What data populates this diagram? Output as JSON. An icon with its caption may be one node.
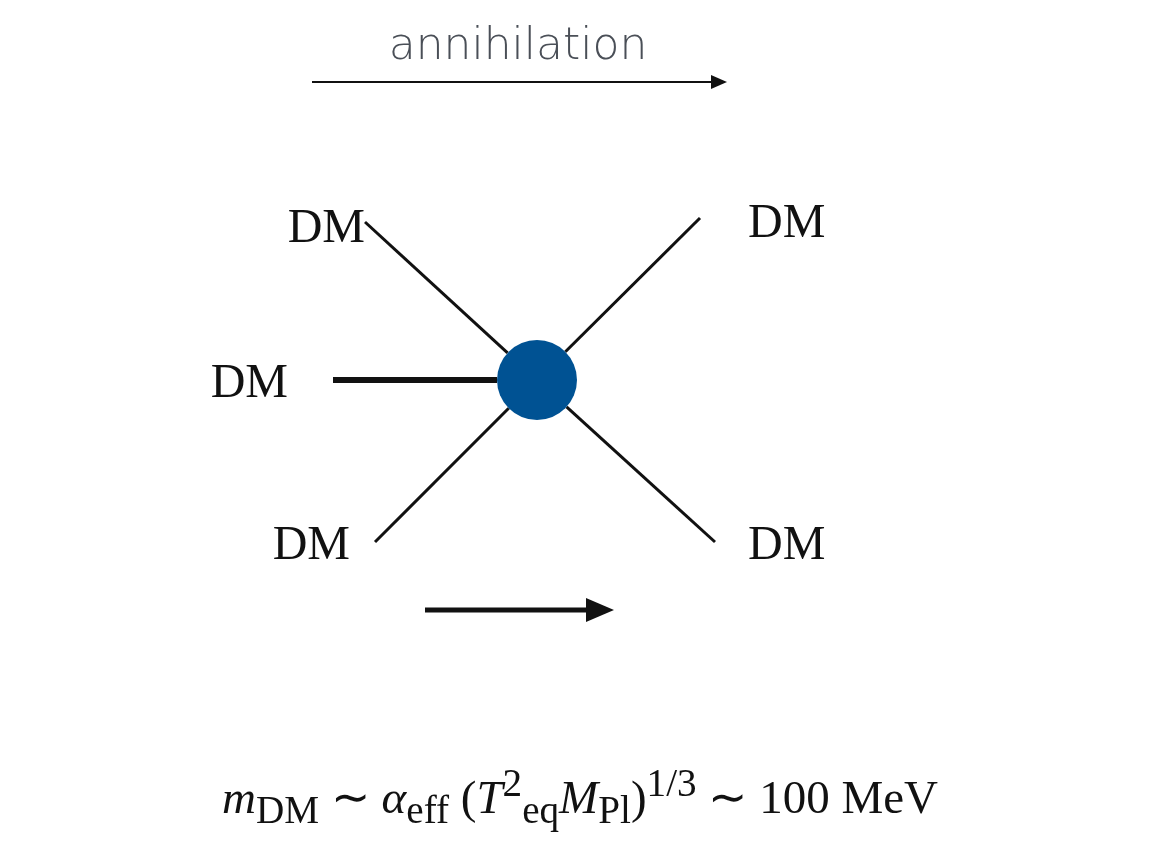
{
  "diagram": {
    "nodes": [
      {
        "text": [
          "DM"
        ]
      },
      {
        "text": [
          "DM"
        ]
      },
      {
        "text": [
          "DM"
        ]
      },
      {
        "text": [
          "DM"
        ]
      },
      {
        "text": [
          "DM"
        ]
      },
      {
        "text": [],
        "shape": "circle"
      }
    ],
    "edges": [
      {
        "from": 0,
        "to": 5,
        "arrow": "none"
      },
      {
        "from": 2,
        "to": 5,
        "arrow": "none",
        "style": "thick"
      },
      {
        "from": 3,
        "to": 5,
        "arrow": "none"
      },
      {
        "from": 5,
        "to": 1,
        "arrow": "none"
      },
      {
        "from": 5,
        "to": 4,
        "arrow": "none"
      }
    ],
    "labels": [
      "annihilation",
      "*m*$_{DM}$ ∼ *α*$_{eff}$ (*T*$^{2}$$_{eq}$*M*$_{Pl}$)$^{1/3}$ ∼ 100 MeV"
    ]
  }
}
